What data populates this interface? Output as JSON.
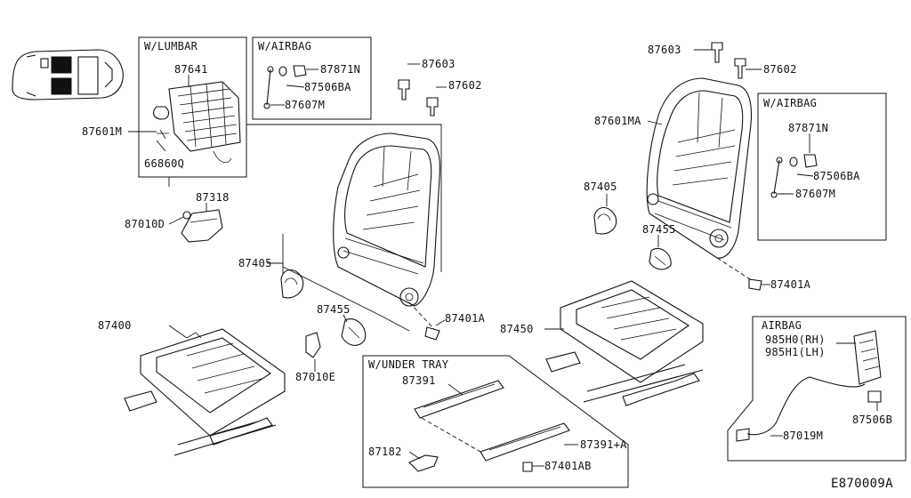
{
  "diagram": {
    "code": "E870009A",
    "boxes": {
      "lumbar": "W/LUMBAR",
      "airbag_left": "W/AIRBAG",
      "airbag_right": "W/AIRBAG",
      "under_tray": "W/UNDER TRAY",
      "airbag_module": "AIRBAG"
    },
    "labels": {
      "p87641": "87641",
      "p87601M": "87601M",
      "p66860Q": "66860Q",
      "p87871N_l": "87871N",
      "p87506BA_l": "87506BA",
      "p87607M_l": "87607M",
      "p87603_l": "87603",
      "p87602_l": "87602",
      "p87318": "87318",
      "p87010D": "87010D",
      "p87405_l": "87405",
      "p87455_l": "87455",
      "p87401A_l": "87401A",
      "p87400": "87400",
      "p87010E": "87010E",
      "p87391": "87391",
      "p87182": "87182",
      "p87391A": "87391+A",
      "p87401AB": "87401AB",
      "p87603_r": "87603",
      "p87602_r": "87602",
      "p87601MA": "87601MA",
      "p87871N_r": "87871N",
      "p87506BA_r": "87506BA",
      "p87607M_r": "87607M",
      "p87405_r": "87405",
      "p87455_r": "87455",
      "p87401A_r": "87401A",
      "p87450": "87450",
      "p985H0": "985H0(RH)",
      "p985H1": "985H1(LH)",
      "p87506B": "87506B",
      "p87019M": "87019M"
    }
  }
}
